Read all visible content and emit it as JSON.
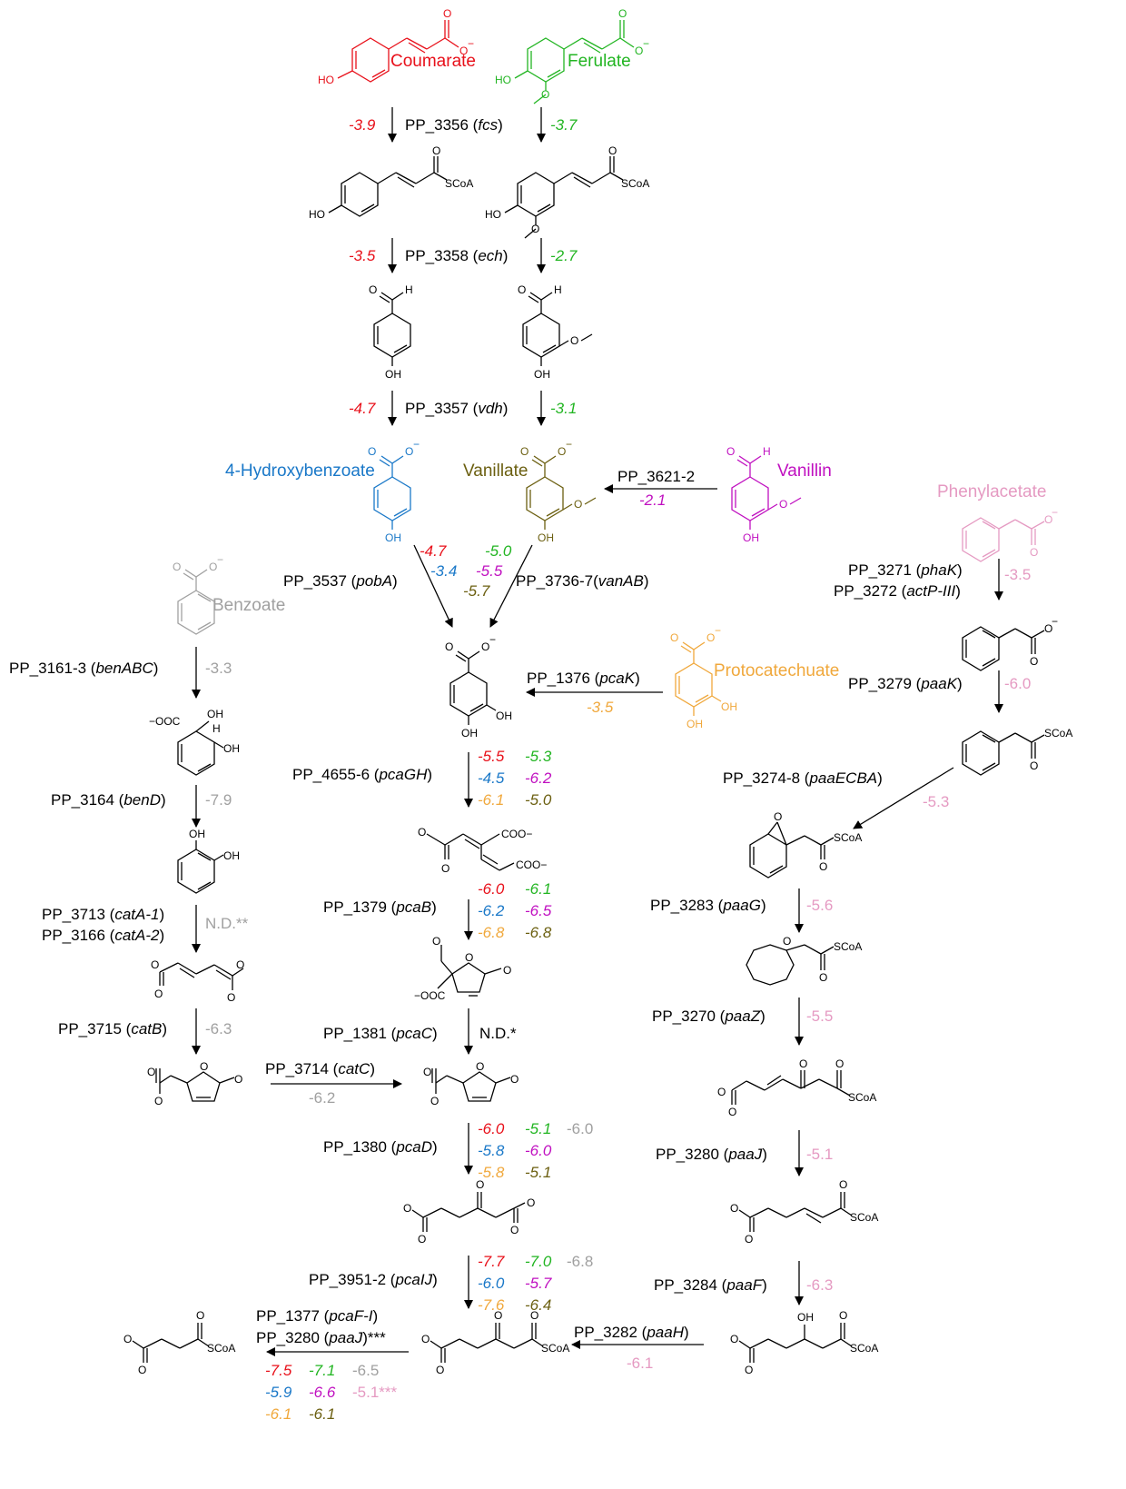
{
  "colors": {
    "coumarate": "#e8101a",
    "ferulate": "#22b522",
    "hydroxybenzoate": "#1a78c8",
    "vanillate": "#6b5f10",
    "vanillin": "#c010c0",
    "phenylacetate": "#e59ac2",
    "protocatechuate": "#f0a83c",
    "benzoate": "#a0a0a0",
    "black": "#000000"
  },
  "compounds": {
    "coumarate": "Coumarate",
    "ferulate": "Ferulate",
    "hydroxybenzoate": "4-Hydroxybenzoate",
    "vanillate": "Vanillate",
    "vanillin": "Vanillin",
    "phenylacetate": "Phenylacetate",
    "benzoate": "Benzoate",
    "protocatechuate": "Protocatechuate"
  },
  "atoms": {
    "ho": "HO",
    "oh": "OH",
    "h": "H",
    "o": "O",
    "o_minus": "O",
    "minus": "−",
    "scoa": "SCoA",
    "ooc": "OOC",
    "coo": "COO",
    "ooc_minus": "−OOC",
    "coo_minus": "COO−"
  },
  "enzymes": {
    "fcs": {
      "id": "PP_3356",
      "gene": "fcs"
    },
    "ech": {
      "id": "PP_3358",
      "gene": "ech"
    },
    "vdh": {
      "id": "PP_3357",
      "gene": "vdh"
    },
    "pp3621": "PP_3621-2",
    "pobA": {
      "id": "PP_3537",
      "gene": "pobA"
    },
    "vanAB": {
      "id": "PP_3736-7",
      "gene": "vanAB"
    },
    "phaK": {
      "id": "PP_3271",
      "gene": "phaK"
    },
    "actP": {
      "id": "PP_3272",
      "gene": "actP-III"
    },
    "benABC": {
      "id": "PP_3161-3",
      "gene": "benABC"
    },
    "pcaK": {
      "id": "PP_1376",
      "gene": "pcaK"
    },
    "paaK": {
      "id": "PP_3279",
      "gene": "paaK"
    },
    "benD": {
      "id": "PP_3164",
      "gene": "benD"
    },
    "pcaGH": {
      "id": "PP_4655-6",
      "gene": "pcaGH"
    },
    "paaECBA": {
      "id": "PP_3274-8",
      "gene": "paaECBA"
    },
    "catA1": {
      "id": "PP_3713",
      "gene": "catA-1"
    },
    "catA2": {
      "id": "PP_3166",
      "gene": "catA-2"
    },
    "pcaB": {
      "id": "PP_1379",
      "gene": "pcaB"
    },
    "paaG": {
      "id": "PP_3283",
      "gene": "paaG"
    },
    "catB": {
      "id": "PP_3715",
      "gene": "catB"
    },
    "pcaC": {
      "id": "PP_1381",
      "gene": "pcaC"
    },
    "paaZ": {
      "id": "PP_3270",
      "gene": "paaZ"
    },
    "catC": {
      "id": "PP_3714",
      "gene": "catC"
    },
    "pcaD": {
      "id": "PP_1380",
      "gene": "pcaD"
    },
    "paaJ": {
      "id": "PP_3280",
      "gene": "paaJ"
    },
    "pcaIJ": {
      "id": "PP_3951-2",
      "gene": "pcaIJ"
    },
    "paaF": {
      "id": "PP_3284",
      "gene": "paaF"
    },
    "pcaFI": {
      "id": "PP_1377",
      "gene": "pcaF-I"
    },
    "paaJ2": {
      "id": "PP_3280",
      "gene": "paaJ",
      "suffix": "***"
    },
    "paaH": {
      "id": "PP_3282",
      "gene": "paaH"
    }
  },
  "fitness": {
    "fcs": [
      "-3.9",
      "-3.7"
    ],
    "ech": [
      "-3.5",
      "-2.7"
    ],
    "vdh": [
      "-4.7",
      "-3.1"
    ],
    "pp3621": "-2.1",
    "pobA": [
      "-4.7",
      "-3.4"
    ],
    "vanAB": [
      "-5.0",
      "-5.5",
      "-5.7"
    ],
    "phaK": "-3.5",
    "benABC": "-3.3",
    "pcaK": "-3.5",
    "paaK": "-6.0",
    "pcaGH": [
      "-5.5",
      "-5.3",
      "-4.5",
      "-6.2",
      "-6.1",
      "-5.0"
    ],
    "paaECBA": "-5.3",
    "benD": "-7.9",
    "catA": "N.D.**",
    "pcaB": [
      "-6.0",
      "-6.1",
      "-6.2",
      "-6.5",
      "-6.8",
      "-6.8"
    ],
    "paaG": "-5.6",
    "catB": "-6.3",
    "pcaC": "N.D.*",
    "paaZ": "-5.5",
    "catC": "-6.2",
    "pcaD": [
      "-6.0",
      "-5.1",
      "-6.0",
      "-5.8",
      "-6.0",
      "-5.8",
      "-5.1"
    ],
    "paaJ": "-5.1",
    "pcaIJ": [
      "-7.7",
      "-7.0",
      "-6.8",
      "-6.0",
      "-5.7",
      "-7.6",
      "-6.4"
    ],
    "paaF": "-6.3",
    "paaH": "-6.1",
    "pcaF": [
      "-7.5",
      "-7.1",
      "-6.5",
      "-5.9",
      "-6.6",
      "-5.1***",
      "-6.1",
      "-6.1"
    ]
  }
}
